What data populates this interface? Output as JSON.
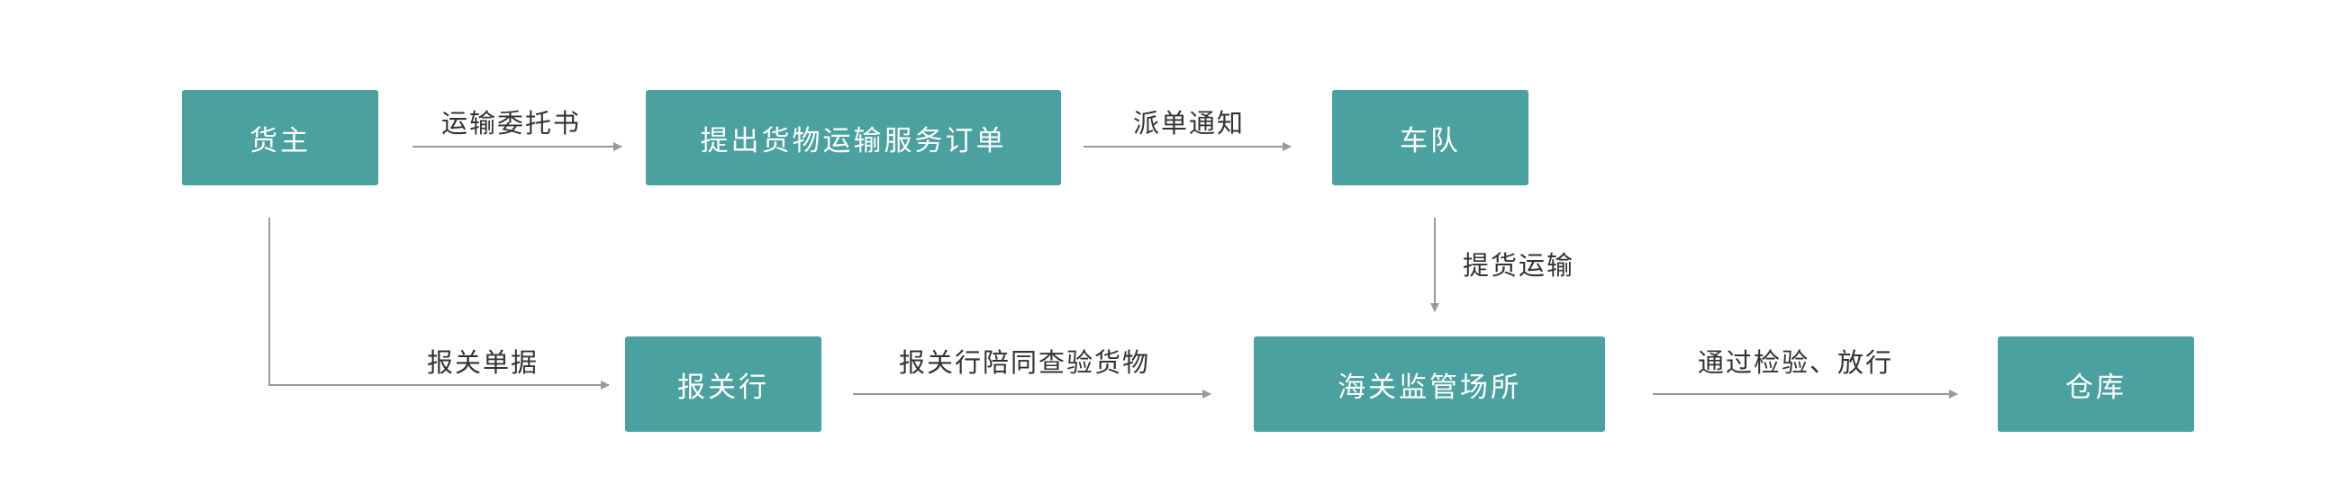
{
  "colors": {
    "node_fill": "#4aa19f",
    "node_text": "#ffffff",
    "arrow": "#999999",
    "label_text": "#333333"
  },
  "nodes": {
    "shipper": "货主",
    "order": "提出货物运输服务订单",
    "fleet": "车队",
    "broker": "报关行",
    "customs": "海关监管场所",
    "warehouse": "仓库"
  },
  "edges": {
    "shipper_to_order": "运输委托书",
    "order_to_fleet": "派单通知",
    "fleet_to_customs": "提货运输",
    "shipper_to_broker": "报关单据",
    "broker_to_customs": "报关行陪同查验货物",
    "customs_to_warehouse": "通过检验、放行"
  }
}
